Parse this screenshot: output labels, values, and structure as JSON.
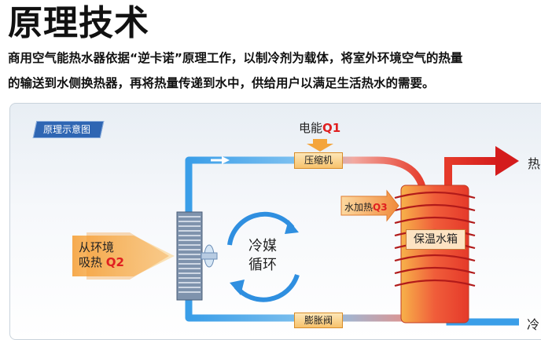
{
  "heading": "原理技术",
  "description": {
    "line1": "商用空气能热水器依据“逆卡诺”原理工作，以制冷剂为载体，将室外环境空气的热量",
    "line2": "的输送到水侧换热器，再将热量传递到水中，供给用户以满足生活热水的需要。"
  },
  "diagram": {
    "tag": "原理示意图",
    "electric": {
      "text": "电能",
      "q": "Q1"
    },
    "compressor": "压缩机",
    "water_heat": {
      "text": "水加热",
      "q": "Q3"
    },
    "tank": "保温水箱",
    "ambient": {
      "line1": "从环境",
      "line2": "吸热",
      "q": "Q2"
    },
    "refrigerant": {
      "line1": "冷媒",
      "line2": "循环"
    },
    "valve": "膨胀阀",
    "hot_out": "热",
    "cold_in": "冷",
    "colors": {
      "cold_pipe": "#3a9ee8",
      "hot_pipe": "#e53a2a",
      "arrow_orange": "#f4a53c",
      "tag_blue": "#2f66b3"
    }
  }
}
